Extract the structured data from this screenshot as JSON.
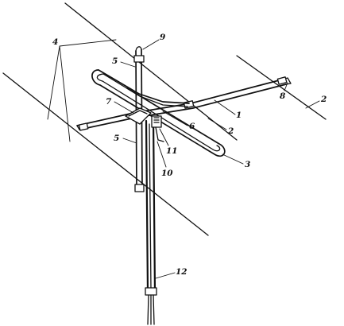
{
  "labels": {
    "l1": "1",
    "l2a": "2",
    "l2b": "2",
    "l3": "3",
    "l4": "4",
    "l5a": "5",
    "l5b": "5",
    "l6": "6",
    "l7": "7",
    "l8": "8",
    "l9": "9",
    "l10": "10",
    "l11": "11",
    "l12": "12"
  },
  "colors": {
    "ink": "#111111",
    "background": "#ffffff"
  }
}
